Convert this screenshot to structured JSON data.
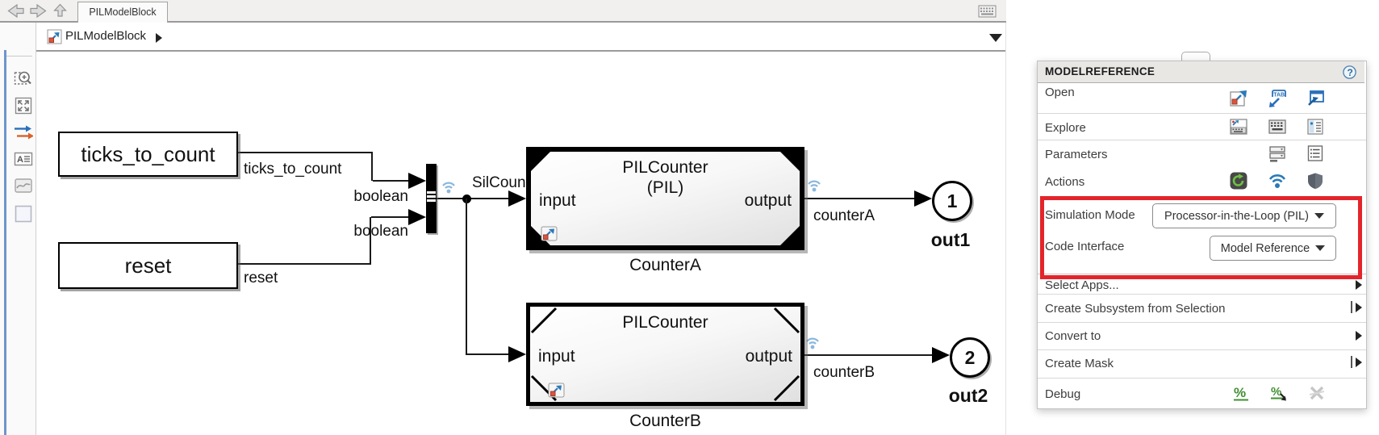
{
  "window": {
    "tab_label": "PILModelBlock",
    "nav_icons": [
      "back-icon",
      "forward-icon",
      "up-icon"
    ],
    "keyboard_icon": "keyboard-icon"
  },
  "breadcrumb": {
    "model_name": "PILModelBlock"
  },
  "palette": {
    "icons": [
      "zoom-to-region-icon",
      "fit-to-view-icon",
      "signal-routing-icon",
      "annotation-icon",
      "image-icon",
      "area-icon"
    ]
  },
  "canvas": {
    "blocks": {
      "ticks": {
        "label": "ticks_to_count"
      },
      "reset": {
        "label": "reset"
      },
      "counterA": {
        "title": "PILCounter",
        "mode": "(PIL)",
        "in": "input",
        "out": "output",
        "name": "CounterA"
      },
      "counterB": {
        "title": "PILCounter",
        "in": "input",
        "out": "output",
        "name": "CounterB"
      },
      "out1": {
        "port": "1",
        "name": "out1"
      },
      "out2": {
        "port": "2",
        "name": "out2"
      }
    },
    "signals": {
      "ticks": "ticks_to_count",
      "reset": "reset",
      "boolean1": "boolean",
      "boolean2": "boolean",
      "sil": "SilCoun",
      "counterA": "counterA",
      "counterB": "counterB"
    },
    "badge_icons": [
      "model-reference-badge-icon",
      "signal-logging-wifi-icon"
    ],
    "colors": {
      "wifi_blue": "#8ab7de",
      "block_border": "#000000"
    }
  },
  "context_menu": {
    "title": "MODELREFERENCE",
    "glyphs": {
      "help": "?",
      "tab": "TAB",
      "percent": "%"
    },
    "rows": [
      {
        "label": "Open",
        "icons": [
          "open-model-icon",
          "open-in-new-tab-icon",
          "open-in-new-window-icon"
        ]
      },
      {
        "label": "Explore",
        "icons": [
          "model-explorer-icon",
          "model-explorer-keyboard-icon",
          "referenced-files-icon"
        ]
      },
      {
        "label": "Parameters",
        "icons": [
          "parameter-stack-icon",
          "parameter-list-icon"
        ]
      },
      {
        "label": "Actions",
        "icons": [
          "refresh-icon",
          "log-signals-wifi-icon",
          "shield-icon"
        ]
      }
    ],
    "fields": [
      {
        "label": "Simulation Mode",
        "value": "Processor-in-the-Loop (PIL)"
      },
      {
        "label": "Code Interface",
        "value": "Model Reference"
      }
    ],
    "items": [
      {
        "label": "Select Apps..."
      },
      {
        "label": "Create Subsystem from Selection"
      },
      {
        "label": "Convert to"
      },
      {
        "label": "Create Mask"
      }
    ],
    "debug": {
      "label": "Debug",
      "icons": [
        "coverage-percent-icon",
        "coverage-report-icon",
        "remove-breakpoints-icon"
      ]
    },
    "highlight_color": "#e3252b"
  }
}
